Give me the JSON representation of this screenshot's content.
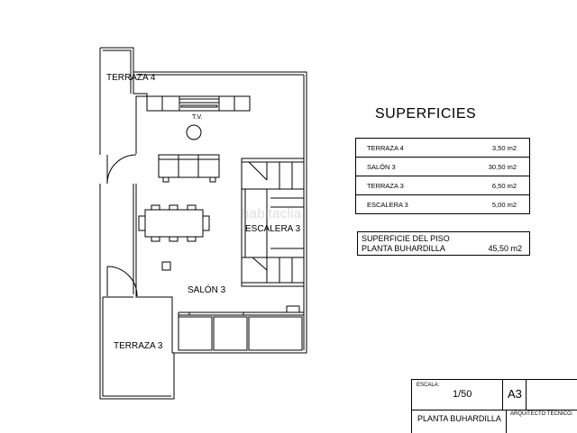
{
  "rooms": {
    "terraza4": "TERRAZA 4",
    "tv": "T.V.",
    "escalera3": "ESCALERA 3",
    "salon3": "SALÓN 3",
    "terraza3": "TERRAZA 3"
  },
  "watermark": "habitaclia",
  "superficies": {
    "title": "SUPERFICIES",
    "rows": [
      {
        "name": "TERRAZA 4",
        "value": "3,50 m2"
      },
      {
        "name": "SALÓN 3",
        "value": "30,50 m2"
      },
      {
        "name": "TERRAZA 3",
        "value": "6,50 m2"
      },
      {
        "name": "ESCALERA 3",
        "value": "5,00 m2"
      }
    ],
    "total_line1": "SUPERFICIE DEL PISO",
    "total_line2": "PLANTA BUHARDILLA",
    "total_value": "45,50 m2"
  },
  "title_block": {
    "escala_label": "ESCALA:",
    "escala_value": "1/50",
    "sheet": "A3",
    "plan_name": "PLANTA BUHARDILLA",
    "arquitecto_label": "ARQUITECTO TÉCNICO:"
  }
}
